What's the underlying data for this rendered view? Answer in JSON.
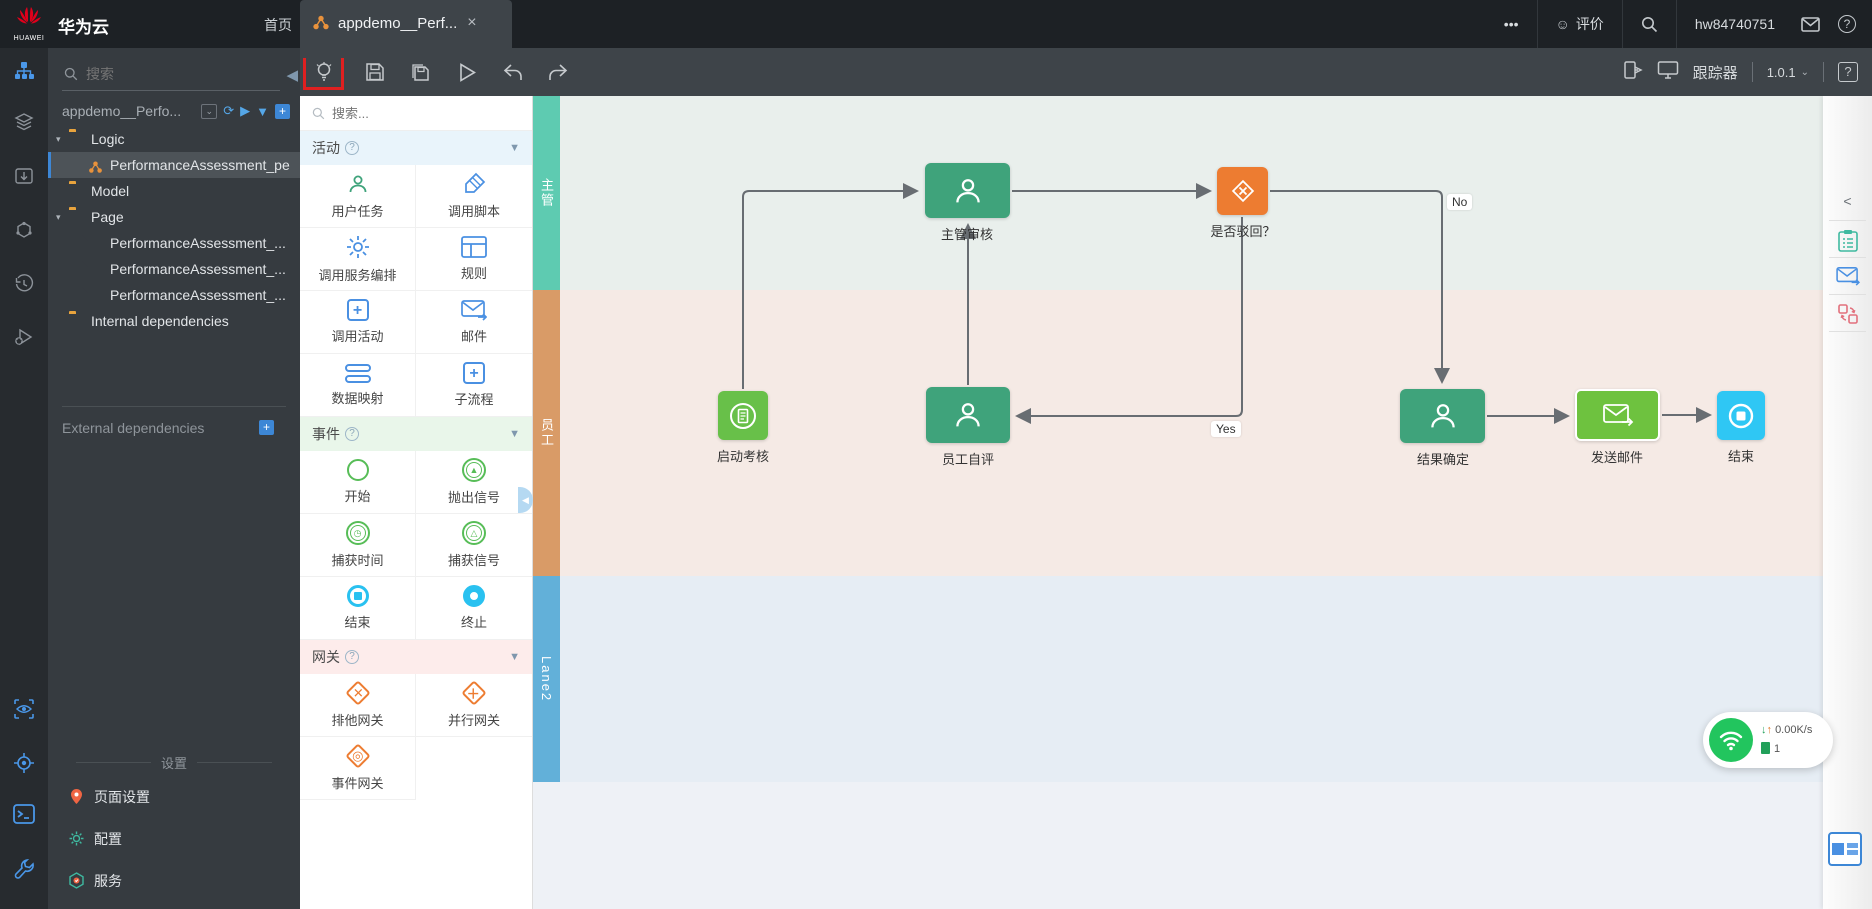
{
  "topbar": {
    "brand": "华为云",
    "logo_caption": "HUAWEI",
    "home": "首页",
    "tab": {
      "label": "appdemo__Perf...",
      "close": "×"
    },
    "more": "•••",
    "feedback": "评价",
    "username": "hw84740751"
  },
  "dtoolbar": {
    "tracker": "跟踪器",
    "version": "1.0.1",
    "help": "?"
  },
  "left_panel": {
    "search_placeholder": "搜索",
    "app_name": "appdemo__Perfo...",
    "tree": {
      "logic": "Logic",
      "logic_child": "PerformanceAssessment_pe",
      "model": "Model",
      "page": "Page",
      "page_children": [
        "PerformanceAssessment_...",
        "PerformanceAssessment_...",
        "PerformanceAssessment_..."
      ],
      "internal": "Internal dependencies",
      "external": "External dependencies"
    },
    "settings": {
      "divider": "设置",
      "items": [
        "页面设置",
        "配置",
        "服务"
      ]
    }
  },
  "palette": {
    "search_placeholder": "搜索...",
    "sections": [
      {
        "title": "活动",
        "items": [
          {
            "label": "用户任务"
          },
          {
            "label": "调用脚本"
          },
          {
            "label": "调用服务编排"
          },
          {
            "label": "规则"
          },
          {
            "label": "调用活动"
          },
          {
            "label": "邮件"
          },
          {
            "label": "数据映射"
          },
          {
            "label": "子流程"
          }
        ]
      },
      {
        "title": "事件",
        "items": [
          {
            "label": "开始"
          },
          {
            "label": "抛出信号"
          },
          {
            "label": "捕获时间"
          },
          {
            "label": "捕获信号"
          },
          {
            "label": "结束"
          },
          {
            "label": "终止"
          }
        ]
      },
      {
        "title": "网关",
        "items": [
          {
            "label": "排他网关"
          },
          {
            "label": "并行网关"
          },
          {
            "label": "事件网关"
          }
        ]
      }
    ]
  },
  "canvas": {
    "lanes": [
      {
        "label": "主管",
        "strip_color": "#5ecbb1",
        "bg": "#e9efec"
      },
      {
        "label": "员工",
        "strip_color": "#d99b67",
        "bg": "#f5eae5"
      },
      {
        "label": "Lane2",
        "strip_color": "#62b0d9",
        "bg": "#e6edf4"
      }
    ],
    "nodes": [
      {
        "label": "启动考核",
        "type": "start-event"
      },
      {
        "label": "员工自评",
        "type": "user-task"
      },
      {
        "label": "主管审核",
        "type": "user-task"
      },
      {
        "label": "是否驳回？",
        "type": "exclusive-gateway"
      },
      {
        "label": "结果确定",
        "type": "user-task"
      },
      {
        "label": "发送邮件",
        "type": "mail-task"
      },
      {
        "label": "结束",
        "type": "end-event"
      }
    ],
    "edge_labels": {
      "no": "No",
      "yes": "Yes"
    },
    "colors": {
      "user_task": "#3fa37b",
      "start_event": "#68c049",
      "mail_task": "#6ec23f",
      "end_event": "#2fc7f4",
      "gateway": "#ed7c31",
      "edge": "#686d72"
    }
  },
  "net_widget": {
    "speed": "0.00K/s",
    "connections": "1"
  }
}
